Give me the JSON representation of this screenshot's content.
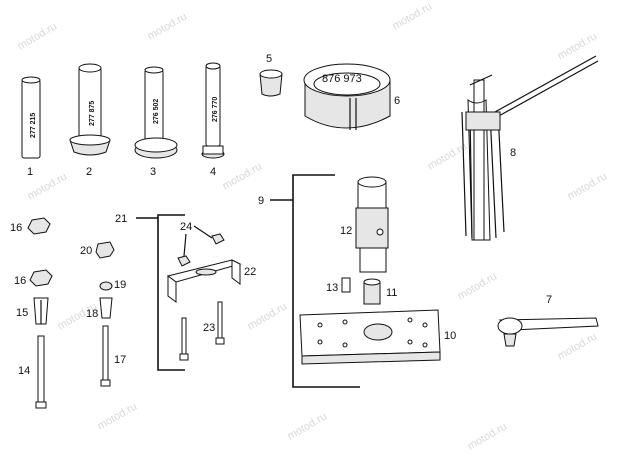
{
  "watermark": "motod.ru",
  "callouts": {
    "c1": "1",
    "c2": "2",
    "c3": "3",
    "c4": "4",
    "c5": "5",
    "c6": "6",
    "c7": "7",
    "c8": "8",
    "c9": "9",
    "c10": "10",
    "c11": "11",
    "c12": "12",
    "c13": "13",
    "c14": "14",
    "c15": "15",
    "c16a": "16",
    "c16b": "16",
    "c17": "17",
    "c18": "18",
    "c19": "19",
    "c20": "20",
    "c21": "21",
    "c22": "22",
    "c23": "23",
    "c24": "24"
  },
  "part_markings": {
    "p1": "277 215",
    "p2": "277 875",
    "p3": "276 502",
    "p4": "276 770",
    "p6": "876 973"
  }
}
